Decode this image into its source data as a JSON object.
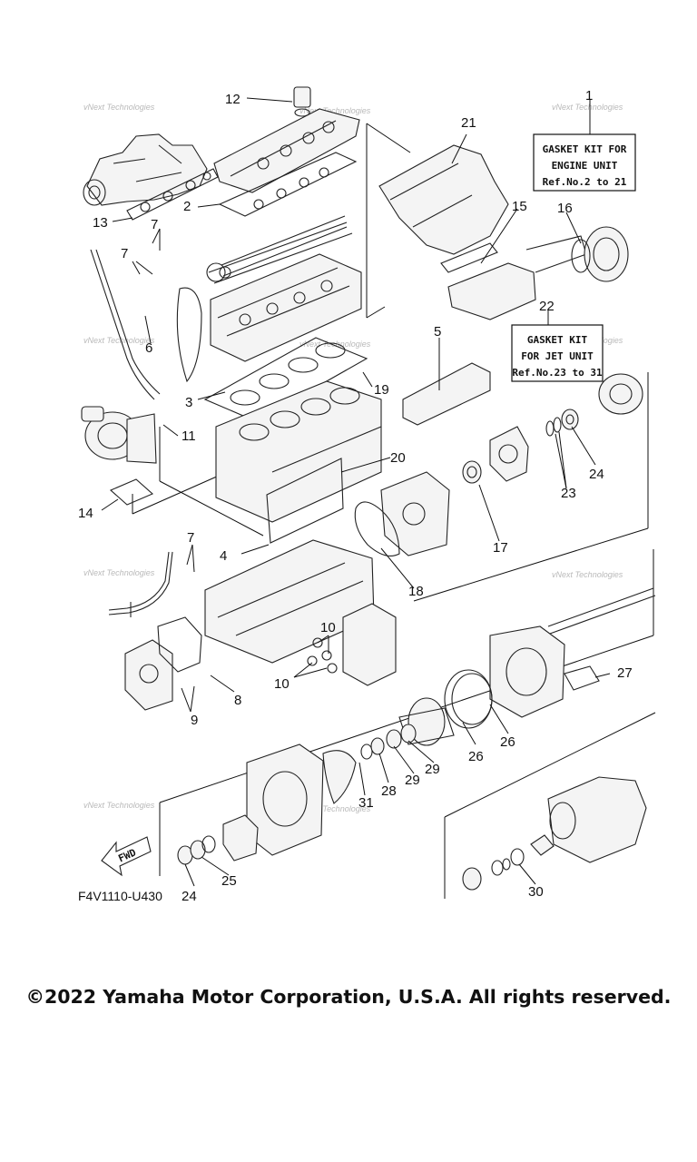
{
  "diagram_code": "F4V1110-U430",
  "copyright": "©2022 Yamaha Motor Corporation, U.S.A. All rights reserved.",
  "watermark": "vNext Technologies",
  "fwd_label": "FWD",
  "kit_engine": {
    "line1": "GASKET KIT FOR",
    "line2": "ENGINE UNIT",
    "line3": "Ref.No.2 to 21"
  },
  "kit_jet": {
    "line1": "GASKET KIT",
    "line2": "FOR JET UNIT",
    "line3": "Ref.No.23 to 31"
  },
  "callouts": {
    "c1": "1",
    "c2": "2",
    "c3": "3",
    "c4": "4",
    "c5": "5",
    "c6": "6",
    "c7a": "7",
    "c7b": "7",
    "c7c": "7",
    "c8": "8",
    "c9": "9",
    "c10a": "10",
    "c10b": "10",
    "c11": "11",
    "c12": "12",
    "c13": "13",
    "c14": "14",
    "c15": "15",
    "c16": "16",
    "c17": "17",
    "c18": "18",
    "c19": "19",
    "c20": "20",
    "c21": "21",
    "c22": "22",
    "c23": "23",
    "c24a": "24",
    "c24b": "24",
    "c25": "25",
    "c26a": "26",
    "c26b": "26",
    "c27": "27",
    "c28": "28",
    "c29a": "29",
    "c29b": "29",
    "c30": "30",
    "c31": "31"
  }
}
